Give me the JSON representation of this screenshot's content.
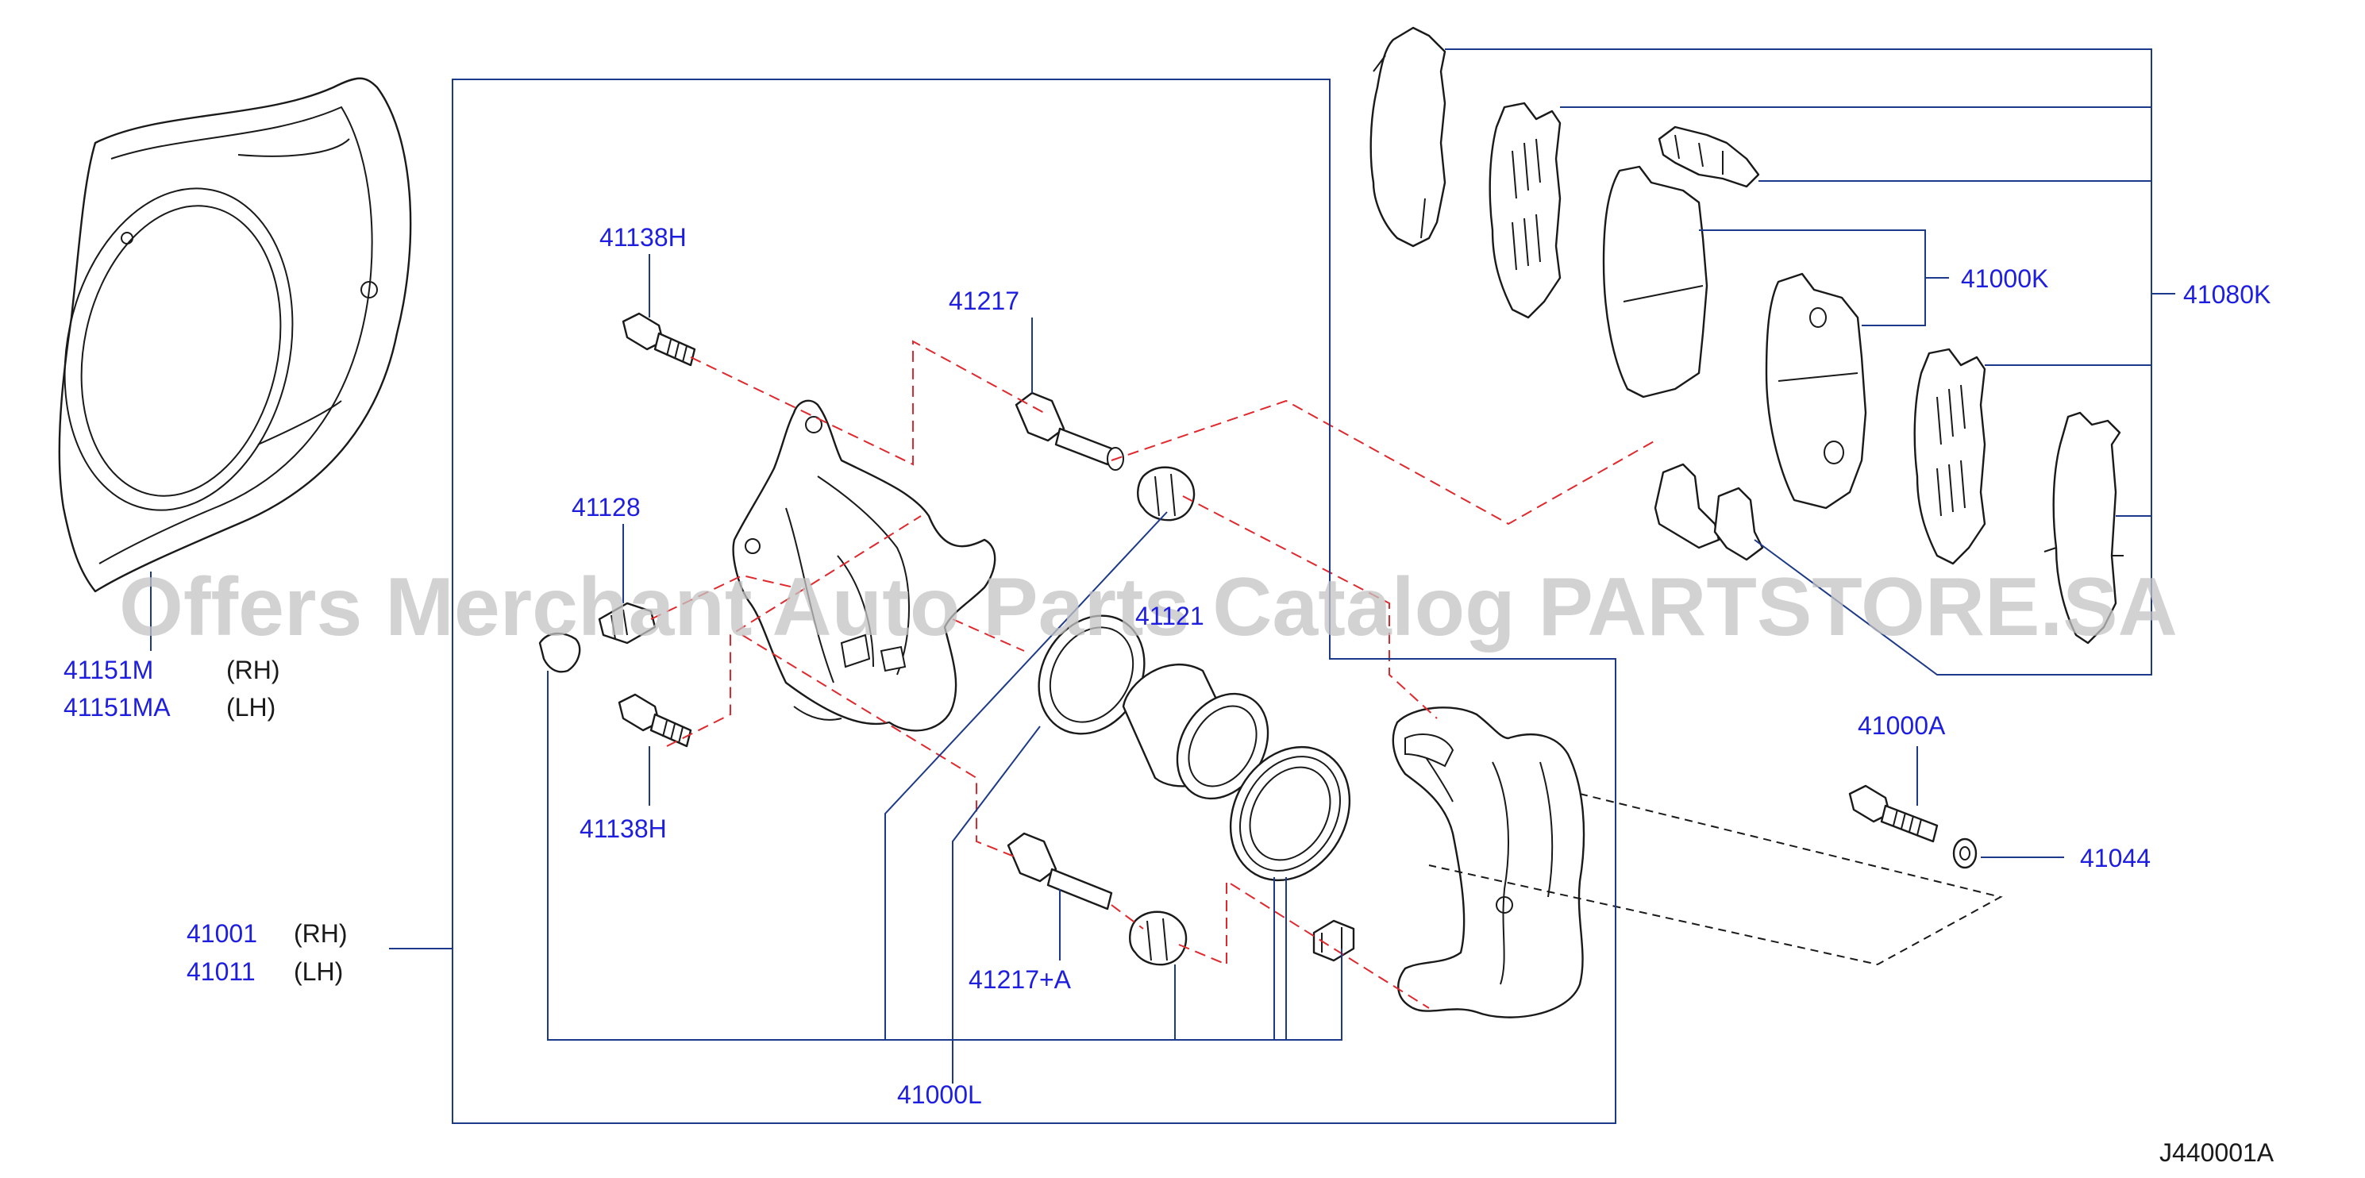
{
  "labels": {
    "p41138h_top": "41138H",
    "p41217": "41217",
    "p41128": "41128",
    "p41151m": "41151M",
    "p41151m_side": "(RH)",
    "p41151ma": "41151MA",
    "p41151ma_side": "(LH)",
    "p41138h_bottom": "41138H",
    "p41001": "41001",
    "p41001_side": "(RH)",
    "p41011": "41011",
    "p41011_side": "(LH)",
    "p41217a": "41217+A",
    "p41000l": "41000L",
    "p41121": "41121",
    "p41000k": "41000K",
    "p41080k": "41080K",
    "p41000a": "41000A",
    "p41044": "41044",
    "diagram_code": "J440001A"
  },
  "watermark": "Offers Merchant Auto Parts Catalog PARTSTORE.SA",
  "colors": {
    "label_blue": "#1e1ee0",
    "leader_blue": "#1d3a8a",
    "red_dash": "#e0282d",
    "watermark_gray": "#c4c4c4"
  }
}
